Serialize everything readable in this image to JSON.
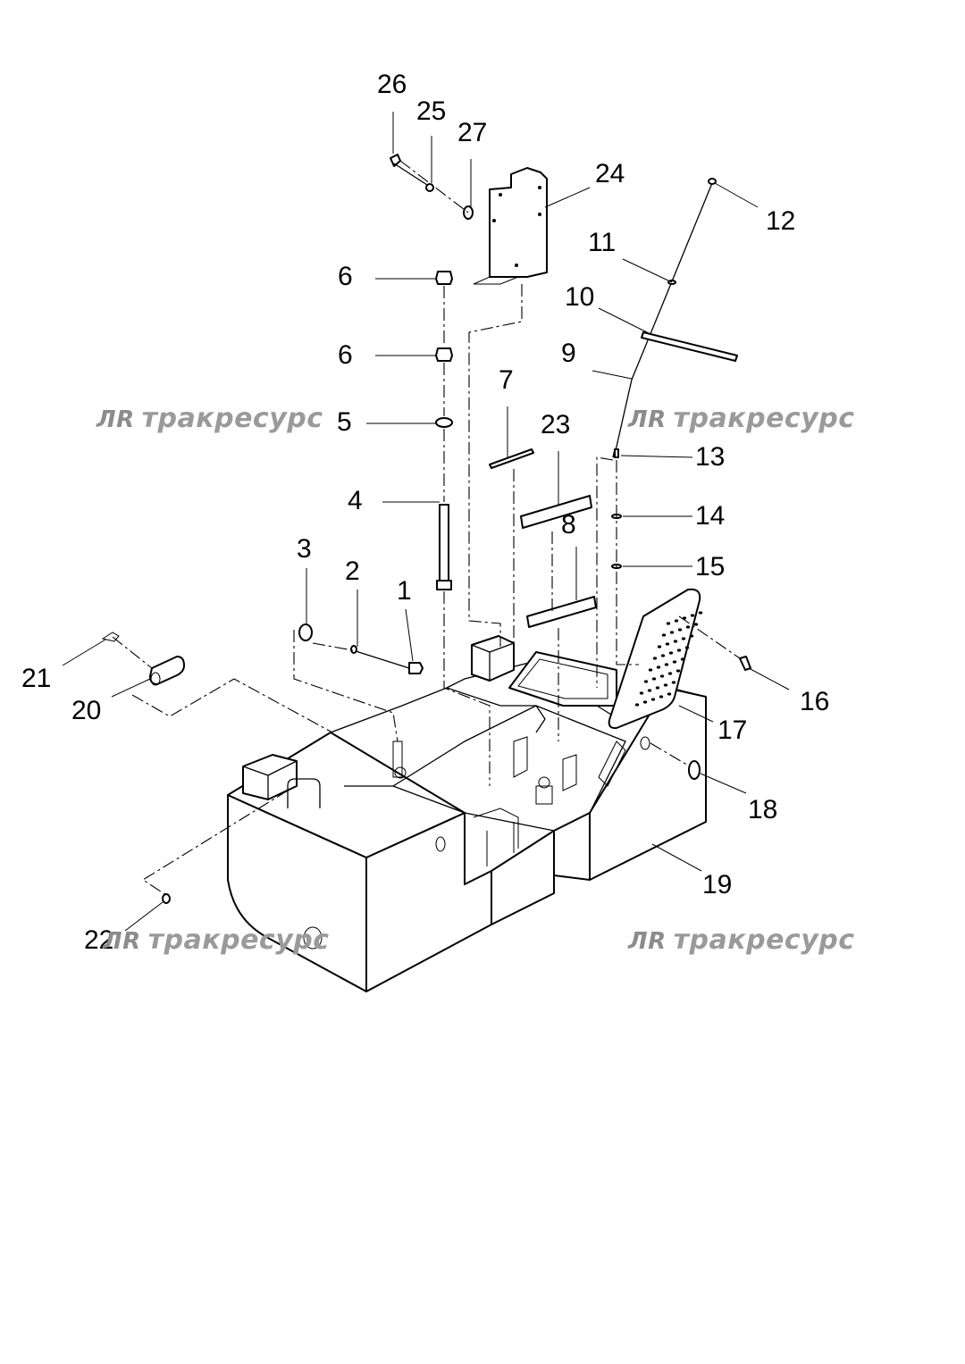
{
  "watermark": {
    "logo": "ЛR",
    "text": "тракресурс"
  },
  "callouts": [
    "1",
    "2",
    "3",
    "4",
    "5",
    "6",
    "6",
    "7",
    "8",
    "9",
    "10",
    "11",
    "12",
    "13",
    "14",
    "15",
    "16",
    "17",
    "18",
    "19",
    "20",
    "21",
    "22",
    "23",
    "24",
    "25",
    "26",
    "27"
  ]
}
